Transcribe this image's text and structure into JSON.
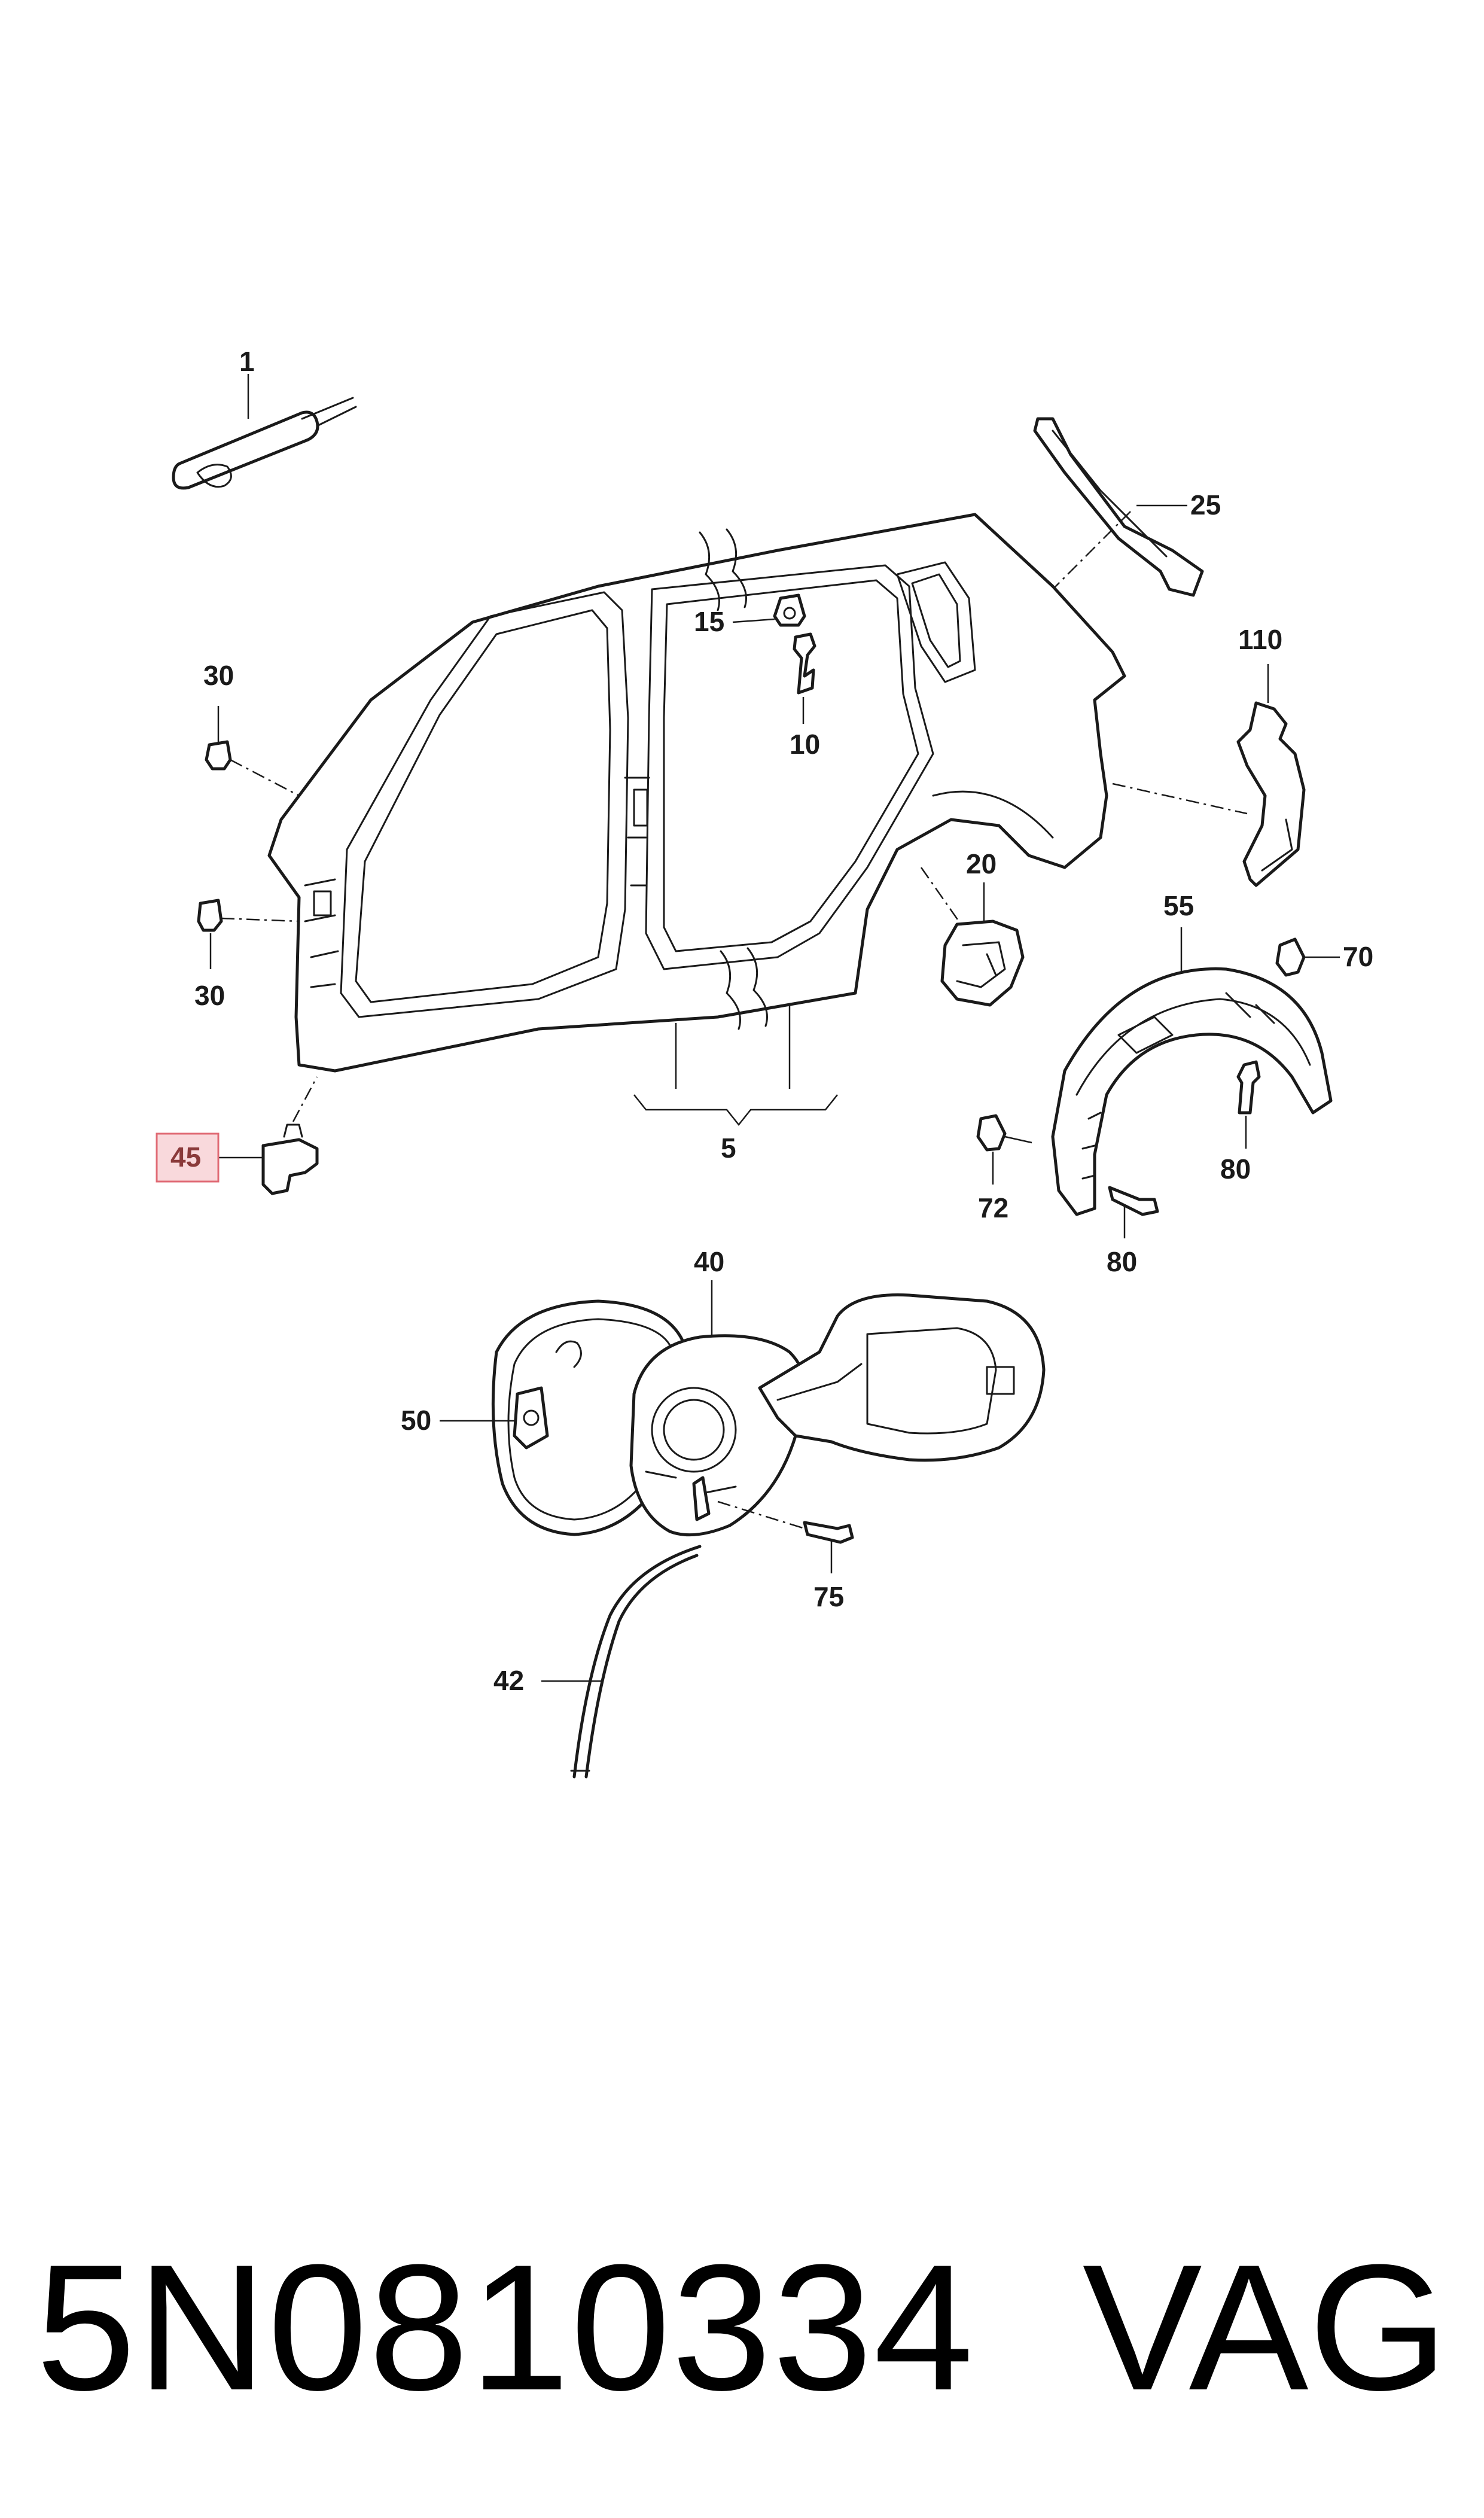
{
  "callouts": {
    "c1": "1",
    "c25": "25",
    "c15": "15",
    "c10": "10",
    "c30a": "30",
    "c30b": "30",
    "c110": "110",
    "c20": "20",
    "c55": "55",
    "c70": "70",
    "c45": "45",
    "c5": "5",
    "c72": "72",
    "c80a": "80",
    "c80b": "80",
    "c40": "40",
    "c50": "50",
    "c75": "75",
    "c42": "42"
  },
  "highlight": {
    "callout": "45",
    "fill": "#f9d9dc",
    "stroke": "#e06a74"
  },
  "footer": {
    "part_number": "5N0810334",
    "brand": "VAG"
  }
}
